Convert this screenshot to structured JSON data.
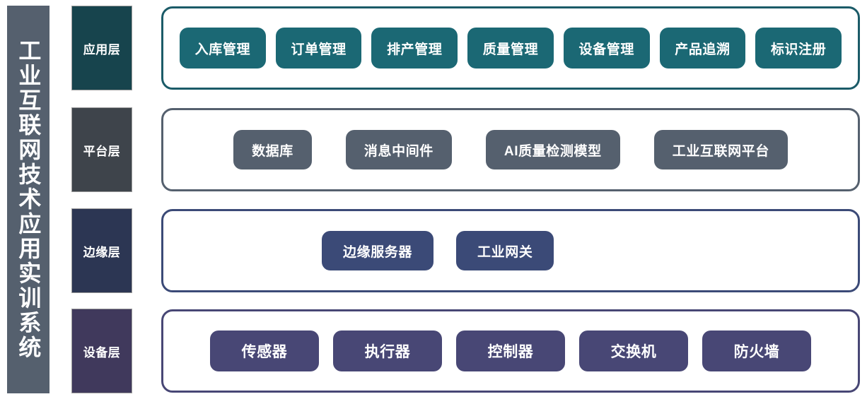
{
  "title": {
    "vertical_text": "工业互联网技术应用实训系统"
  },
  "colors": {
    "sidebar": "#55606e",
    "application": "#1b6874",
    "application_border": "#1b5b68",
    "platform": "#55606e",
    "platform_border": "#55606e",
    "edge": "#3b4a77",
    "edge_border": "#3b4a77",
    "device": "#484775",
    "device_border": "#484775",
    "label_application": "#17444d",
    "label_platform": "#3e444b",
    "label_edge": "#2c3653",
    "label_device": "#40395c"
  },
  "layers": [
    {
      "name": "应用层",
      "key": "application",
      "items": [
        {
          "label": "入库管理"
        },
        {
          "label": "订单管理"
        },
        {
          "label": "排产管理"
        },
        {
          "label": "质量管理"
        },
        {
          "label": "设备管理"
        },
        {
          "label": "产品追溯"
        },
        {
          "label": "标识注册"
        }
      ]
    },
    {
      "name": "平台层",
      "key": "platform",
      "items": [
        {
          "label": "数据库"
        },
        {
          "label": "消息中间件"
        },
        {
          "label": "AI质量检测模型"
        },
        {
          "label": "工业互联网平台"
        }
      ]
    },
    {
      "name": "边缘层",
      "key": "edge",
      "items": [
        {
          "label": "边缘服务器"
        },
        {
          "label": "工业网关"
        }
      ]
    },
    {
      "name": "设备层",
      "key": "device",
      "items": [
        {
          "label": "传感器"
        },
        {
          "label": "执行器"
        },
        {
          "label": "控制器"
        },
        {
          "label": "交换机"
        },
        {
          "label": "防火墙"
        }
      ]
    }
  ]
}
